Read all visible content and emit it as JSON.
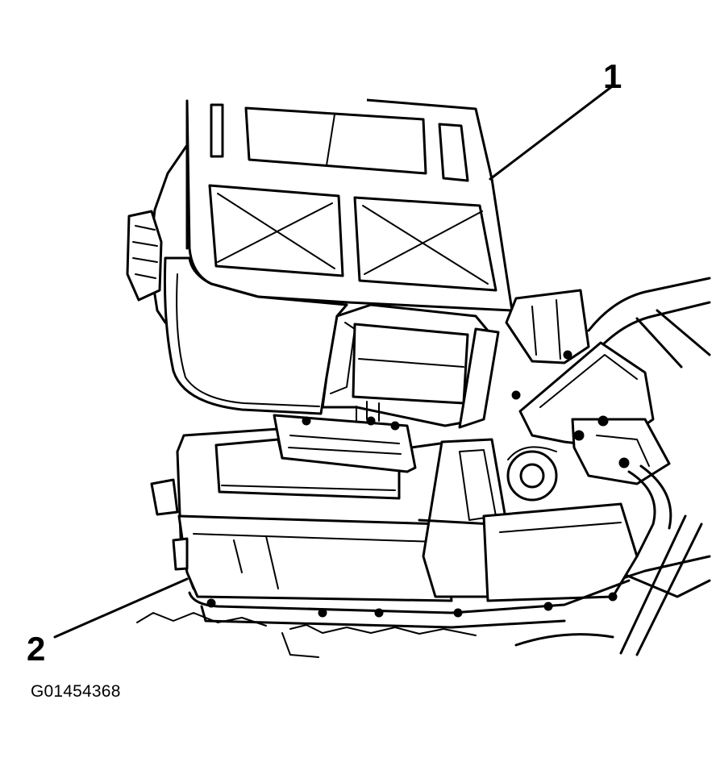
{
  "callouts": [
    {
      "number": "1"
    },
    {
      "number": "2"
    }
  ],
  "figure_id": "G01454368"
}
